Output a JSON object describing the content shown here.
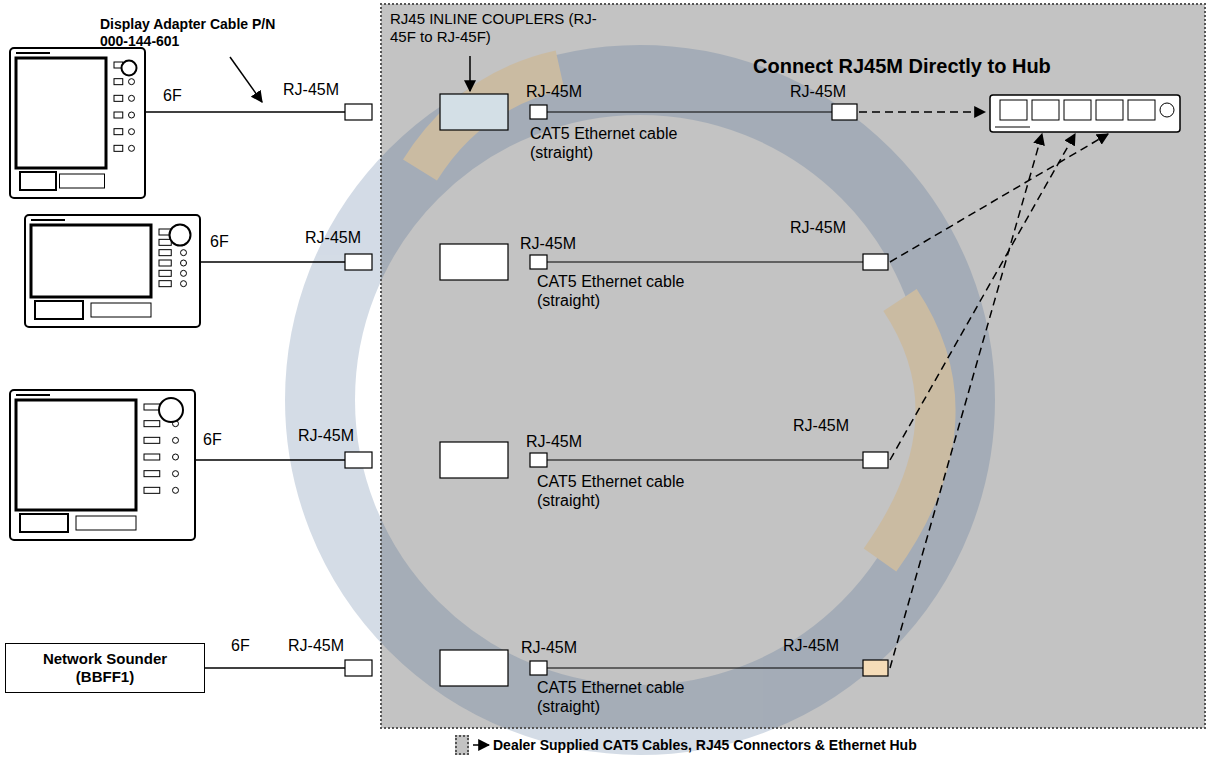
{
  "diagram": {
    "nodes": [
      {
        "text": [
          "Connect RJ45M Directly to Hub"
        ]
      },
      {
        "text": [
          "Network Sounder (BBFF1)"
        ]
      }
    ],
    "labels": [
      "Display Adapter Cable P/N 000-144-601",
      "RJ45 INLINE COUPLERS (RJ-45F to RJ-45F)",
      "6F",
      "RJ-45M",
      "RJ-45M",
      "RJ-45M",
      "CAT5 Ethernet cable (straight)",
      "6F",
      "RJ-45M",
      "RJ-45M",
      "RJ-45M",
      "CAT5 Ethernet cable (straight)",
      "6F",
      "RJ-45M",
      "RJ-45M",
      "RJ-45M",
      "CAT5 Ethernet cable (straight)",
      "6F",
      "RJ-45M",
      "RJ-45M",
      "RJ-45M",
      "CAT5 Ethernet cable (straight)"
    ],
    "legend": [
      {
        "text": "Dealer Supplied CAT5 Cables, RJ45 Connectors & Ethernet Hub",
        "color": "#c3c3c3"
      }
    ]
  }
}
